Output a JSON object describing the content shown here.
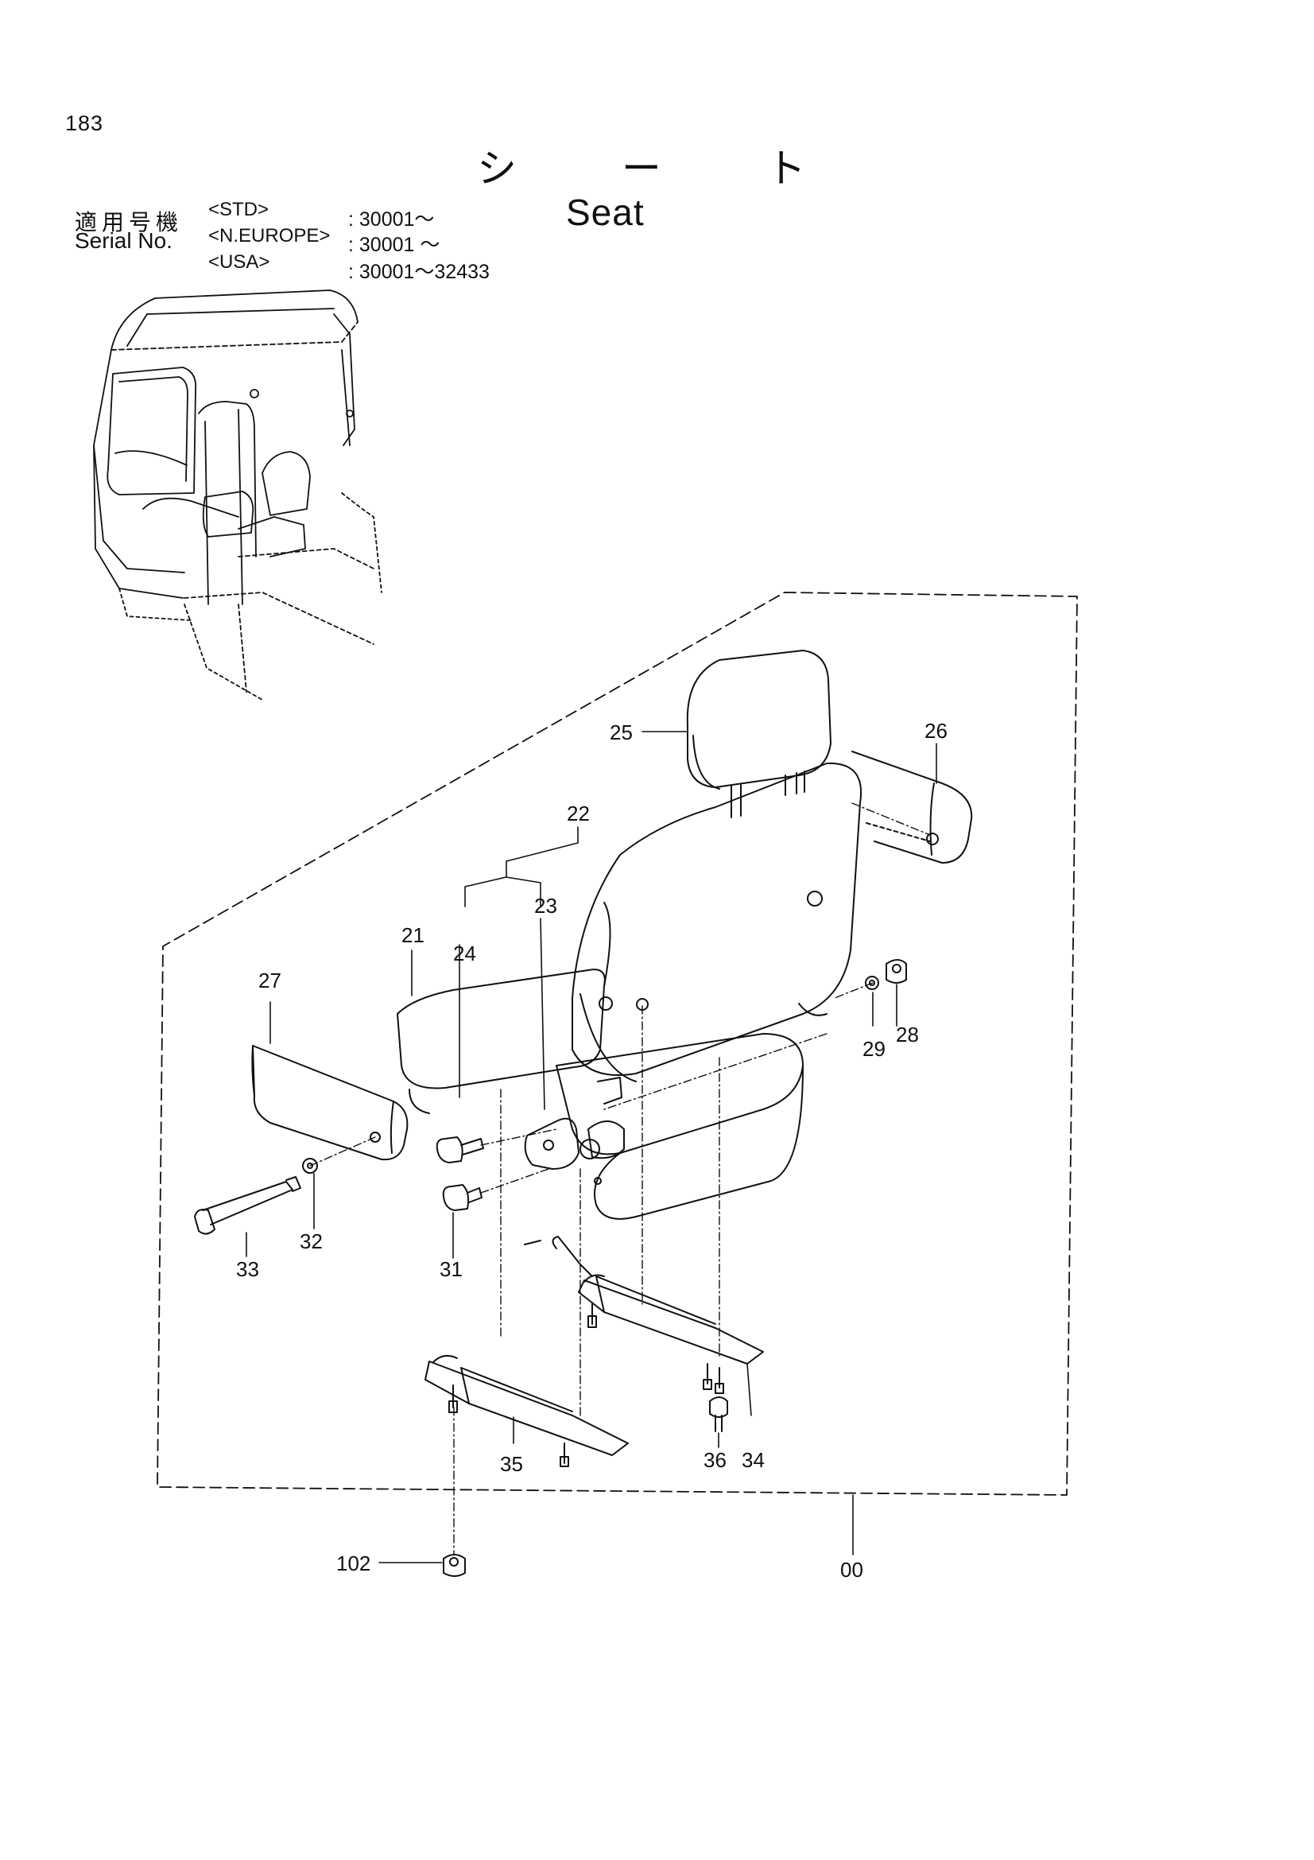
{
  "page_number": "183",
  "title_jp": "シ ー ト",
  "title_en": "Seat",
  "serial": {
    "label_jp": "適用号機",
    "label_en": "Serial No.",
    "rows": [
      {
        "variant": "<STD>",
        "range": ": 30001～"
      },
      {
        "variant": "<N.EUROPE>",
        "range": ": 30001 ～"
      },
      {
        "variant": "<USA>",
        "range": ": 30001～32433"
      }
    ]
  },
  "callouts": {
    "c00": "00",
    "c21": "21",
    "c22": "22",
    "c23": "23",
    "c24": "24",
    "c25": "25",
    "c26": "26",
    "c27": "27",
    "c28": "28",
    "c29": "29",
    "c31": "31",
    "c32": "32",
    "c33": "33",
    "c34": "34",
    "c35": "35",
    "c36": "36",
    "c102": "102"
  }
}
